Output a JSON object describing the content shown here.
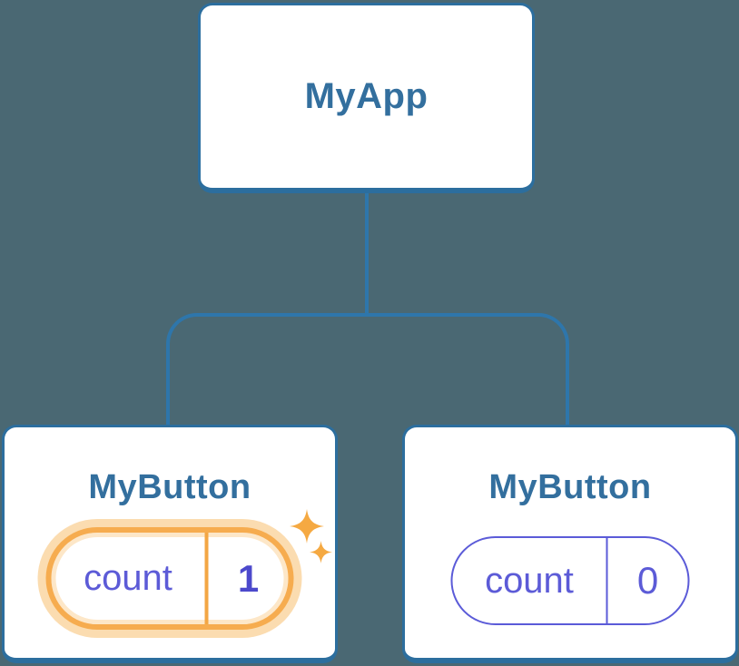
{
  "canvas": {
    "background": "#4A6873"
  },
  "tree": {
    "root": {
      "label": "MyApp"
    },
    "left_child": {
      "label": "MyButton",
      "state_key": "count",
      "state_value": "1",
      "highlighted": true
    },
    "right_child": {
      "label": "MyButton",
      "state_key": "count",
      "state_value": "0",
      "highlighted": false
    }
  },
  "icons": {
    "sparkle_large": "sparkle-icon",
    "sparkle_small": "sparkle-icon"
  },
  "colors": {
    "background": "#4A6873",
    "node_border": "#2C6E9E",
    "node_title_text": "#336F9E",
    "connector": "#2E76AB",
    "state_purple": "#5C5BD7",
    "state_value_highlight": "#4C49CC",
    "highlight_orange": "#F6AC4F",
    "highlight_glow": "#FBDCB0",
    "sparkle_orange": "#F5A942"
  }
}
